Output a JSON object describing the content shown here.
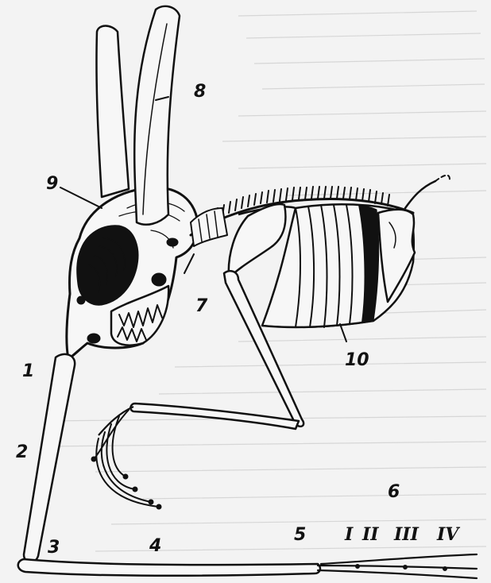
{
  "figure": {
    "labels": [
      "1",
      "2",
      "3",
      "4",
      "5",
      "6",
      "7",
      "8",
      "9",
      "10"
    ],
    "digits": [
      "I",
      "II",
      "III",
      "IV"
    ],
    "colors": {
      "ink": "#111111",
      "paper": "#f3f3f3"
    }
  }
}
